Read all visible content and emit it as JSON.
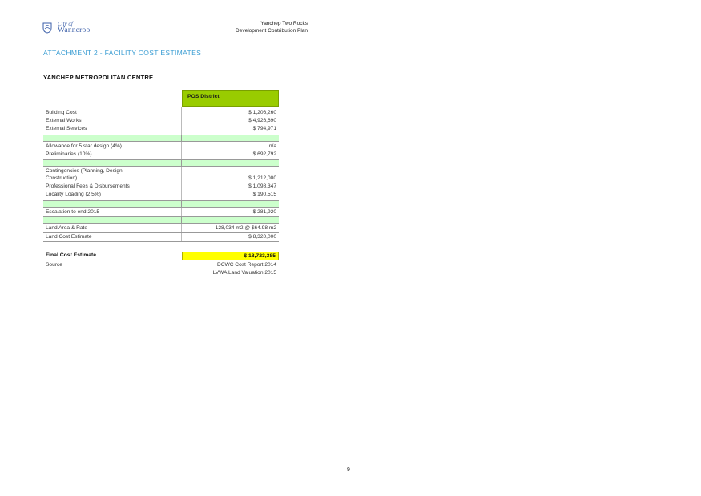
{
  "header": {
    "logo_line1": "City of",
    "logo_line2": "Wanneroo",
    "title_line1": "Yanchep Two Rocks",
    "title_line2": "Development Contribution Plan"
  },
  "attachment_title": "ATTACHMENT 2 - FACILITY COST ESTIMATES",
  "section_title": "YANCHEP METROPOLITAN CENTRE",
  "table": {
    "column_header": "POS District",
    "group1": [
      {
        "label": "Building Cost",
        "value": "$ 1,206,260"
      },
      {
        "label": "External Works",
        "value": "$ 4,926,690"
      },
      {
        "label": "External Services",
        "value": "$ 794,971"
      }
    ],
    "group2": [
      {
        "label": "Allowance for 5 star design (4%)",
        "value": "n/a"
      },
      {
        "label": "Preliminaries (10%)",
        "value": "$ 692,792"
      }
    ],
    "group3": [
      {
        "label": "Contingencies (Planning, Design,",
        "value": ""
      },
      {
        "label": "Construction)",
        "value": "$ 1,212,000"
      },
      {
        "label": "Professional Fees & Disbursements",
        "value": "$ 1,098,347"
      },
      {
        "label": "Locality Loading (2.5%)",
        "value": "$ 190,515"
      }
    ],
    "group4": [
      {
        "label": "Escalation to end 2015",
        "value": "$ 281,920"
      }
    ],
    "group5": [
      {
        "label": "Land Area & Rate",
        "value": "128,034 m2 @ $64.98 m2"
      },
      {
        "label": "Land Cost Estimate",
        "value": "$ 8,320,000"
      }
    ],
    "final_label": "Final Cost Estimate",
    "final_value": "$ 18,723,385",
    "source_label": "Source",
    "source_line1": "DCWC Cost Report 2014",
    "source_line2": "ILVWA Land Valuation 2015"
  },
  "page_number": "9",
  "colors": {
    "header_fill": "#99cc00",
    "band_fill": "#ccffcc",
    "total_fill": "#ffff00",
    "attachment_text": "#3e9fd4",
    "logo_text": "#3a5ea8"
  }
}
